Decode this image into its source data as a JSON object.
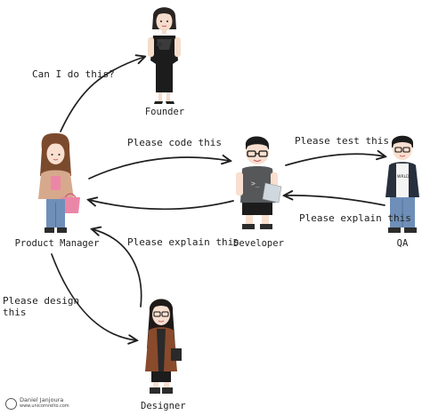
{
  "roles": {
    "founder": "Founder",
    "product_manager": "Product Manager",
    "developer": "Developer",
    "qa": "QA",
    "designer": "Designer"
  },
  "messages": {
    "pm_to_founder": "Can I do this?",
    "pm_to_dev": "Please code this",
    "dev_to_qa": "Please test this",
    "qa_to_dev": "Please explain this",
    "designer_to_pm": "Please explain this",
    "pm_to_designer": "Please design this"
  },
  "signature": {
    "name": "Daniel Janjoura",
    "site": "www.unicornrelto.com"
  },
  "colors": {
    "ink": "#1f1f1f",
    "pm_top": "#d7a98c",
    "bag": "#ec86a6",
    "qa_jacket": "#27303d",
    "jeans": "#6f8fb8",
    "designer_coat": "#8a4a2c"
  }
}
